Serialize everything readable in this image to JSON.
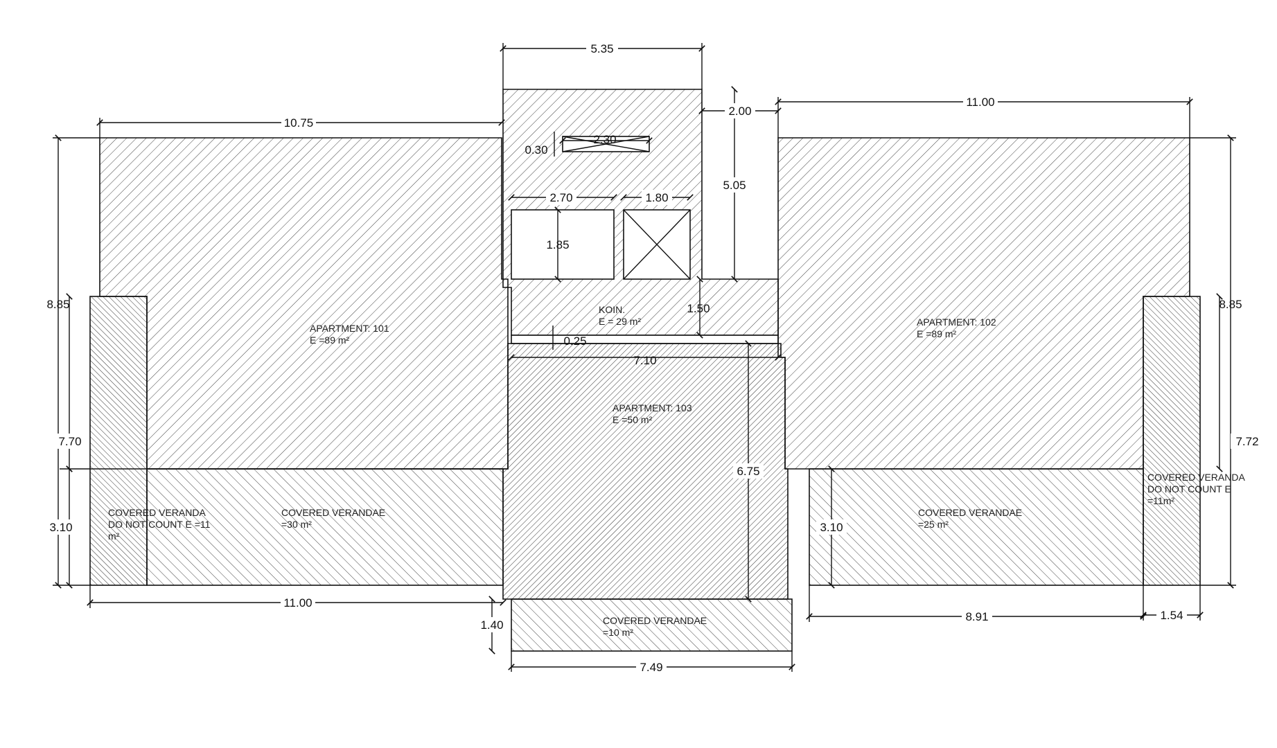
{
  "dimensions": {
    "top_core_width": "5.35",
    "left_top_width": "10.75",
    "right_top_width": "11.00",
    "core_gap": "2.00",
    "vent_width": "2.30",
    "vent_depth": "0.30",
    "stair_width": "2.70",
    "lift_width": "1.80",
    "stair_depth": "1.85",
    "core_height": "5.05",
    "koin_depth": "1.50",
    "slab_gap": "0.25",
    "apt103_width": "7.10",
    "left_total_height": "8.85",
    "right_total_height": "8.85",
    "left_apartment_height": "7.70",
    "right_apartment_height": "7.72",
    "apt103_height": "6.75",
    "left_veranda_height": "3.10",
    "right_veranda_height": "3.10",
    "left_bottom_width": "11.00",
    "bottom_veranda_depth": "1.40",
    "bottom_veranda_width": "7.49",
    "right_veranda_width": "8.91",
    "right_side_width": "1.54"
  },
  "areas": {
    "apt101": {
      "name": "APARTMENT: 101",
      "area": "E =89 m²"
    },
    "apt102": {
      "name": "APARTMENT: 102",
      "area": "E =89 m²"
    },
    "apt103": {
      "name": "APARTMENT: 103",
      "area": "E =50 m²"
    },
    "koin": {
      "name": "KOIN.",
      "area": "E = 29 m²"
    },
    "veranda_left_side": {
      "line1": "COVERED VERANDA",
      "line2": "DO NOT COUNT E =11",
      "line3": "m²"
    },
    "veranda_left": {
      "line1": "COVERED VERANDAE",
      "line2": "=30 m²"
    },
    "veranda_right": {
      "line1": "COVERED VERANDAE",
      "line2": "=25 m²"
    },
    "veranda_right_side": {
      "line1": "COVERED VERANDA",
      "line2": "DO NOT COUNT E",
      "line3": "=11m²"
    },
    "veranda_bottom": {
      "line1": "COVERED VERANDAE",
      "line2": "=10 m²"
    }
  }
}
